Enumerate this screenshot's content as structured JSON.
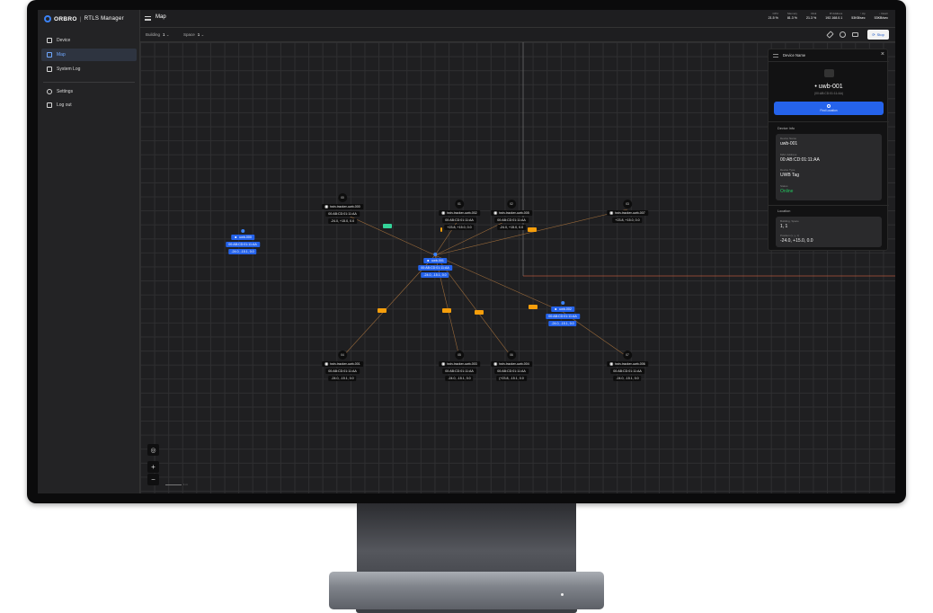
{
  "app": {
    "brand": "ORBRO",
    "name": "RTLS Manager",
    "separator": "|"
  },
  "sidebar": {
    "items": [
      {
        "label": "Device",
        "icon": "device-icon"
      },
      {
        "label": "Map",
        "icon": "map-icon",
        "active": true
      },
      {
        "label": "System Log",
        "icon": "log-icon"
      },
      {
        "label": "Settings",
        "icon": "gear-icon"
      },
      {
        "label": "Log out",
        "icon": "logout-icon"
      }
    ]
  },
  "header": {
    "title": "Map",
    "stats": [
      {
        "label": "CPU",
        "value": "21.5 %"
      },
      {
        "label": "Memory",
        "value": "81.3 %"
      },
      {
        "label": "Disk",
        "value": "21.3 %"
      },
      {
        "label": "IP Address",
        "value": "192.168.0.1"
      },
      {
        "label": "↑ Up",
        "value": "53KB/sec"
      },
      {
        "label": "↓ Down",
        "value": "53KB/sec"
      }
    ]
  },
  "toolbar": {
    "building_label": "Building",
    "building_value": "1",
    "space_label": "Space",
    "space_value": "1",
    "stop_label": "Stop"
  },
  "map": {
    "anchors": [
      {
        "id": "00",
        "name": "twin-tracker-uwb-000",
        "mac": "00:AB:CD:01:11:AA",
        "pos": "-24.0, +15.0, 0.0"
      },
      {
        "id": "01",
        "name": "twin-tracker-uwb-002",
        "mac": "00:AB:CD:01:11:AA",
        "pos": "+23.8, +15.0, 0.0"
      },
      {
        "id": "02",
        "name": "twin-tracker-uwb-005",
        "mac": "00:AB:CD:01:11:AA",
        "pos": "-24.0, +15.0, 0.0"
      },
      {
        "id": "03",
        "name": "twin-tracker-uwb-007",
        "mac": "00:AB:CD:01:11:AA",
        "pos": "+23.8, +15.0, 0.0"
      },
      {
        "id": "04",
        "name": "twin-tracker-uwb-001",
        "mac": "00:AB:CD:01:11:AA",
        "pos": "-24.0, -15.1, 0.0"
      },
      {
        "id": "05",
        "name": "twin-tracker-uwb-003",
        "mac": "00:AB:CD:01:11:AA",
        "pos": "-24.0, -15.1, 0.0"
      },
      {
        "id": "06",
        "name": "twin-tracker-uwb-004",
        "mac": "00:AB:CD:01:11:AA",
        "pos": "(+23.8, -15.1, 0.0"
      },
      {
        "id": "07",
        "name": "twin-tracker-uwb-006",
        "mac": "00:AB:CD:01:11:AA",
        "pos": "-24.0, -15.1, 0.0"
      }
    ],
    "tags": [
      {
        "name": "uwb-000",
        "mac": "00:AB:CD:01:11:AA",
        "pos": "-24.0, -15.1, 0.0"
      },
      {
        "name": "uwb-001",
        "mac": "00:AB:CD:01:11:AA",
        "pos": "-24.0, -15.1, 0.0"
      },
      {
        "name": "uwb-002",
        "mac": "00:AB:CD:01:11:AA",
        "pos": "-24.0, -15.1, 0.0"
      }
    ],
    "zoom_in": "+",
    "zoom_out": "−",
    "scale_label": "1 m"
  },
  "panel": {
    "title": "Device Name",
    "device_name": "• uwb-001",
    "device_mac": "(00:AB:CD:01:11:AA)",
    "find_button": "Find Location",
    "section_info": "Device Info",
    "fields": [
      {
        "k": "Device Name",
        "v": "uwb-001"
      },
      {
        "k": "MAC Address",
        "v": "00:AB:CD:01:11:AA"
      },
      {
        "k": "Device Type",
        "v": "UWB Tag"
      },
      {
        "k": "Status",
        "v": "Online"
      }
    ],
    "section_location": "Location",
    "loc_fields": [
      {
        "k": "Building, Space",
        "v": "1, 1"
      },
      {
        "k": "Position (x, y, z)",
        "v": "-24.0, +15.0, 0.0"
      }
    ]
  }
}
